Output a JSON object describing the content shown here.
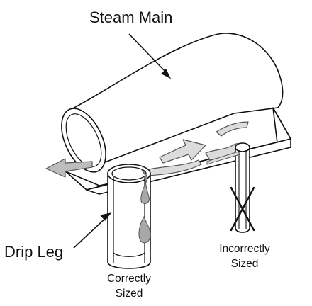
{
  "labels": {
    "steam_main": "Steam Main",
    "drip_leg": "Drip Leg",
    "correctly_line1": "Correctly",
    "correctly_line2": "Sized",
    "incorrectly_line1": "Incorrectly",
    "incorrectly_line2": "Sized"
  },
  "colors": {
    "outline": "#111111",
    "steam_fill": "#dcdcdc",
    "steam_stroke": "#555555",
    "water": "#a8a8a8",
    "pipe_fill": "#ffffff"
  },
  "icons": {
    "reject_mark": "x-mark-icon",
    "flow": "arrow-icon"
  }
}
